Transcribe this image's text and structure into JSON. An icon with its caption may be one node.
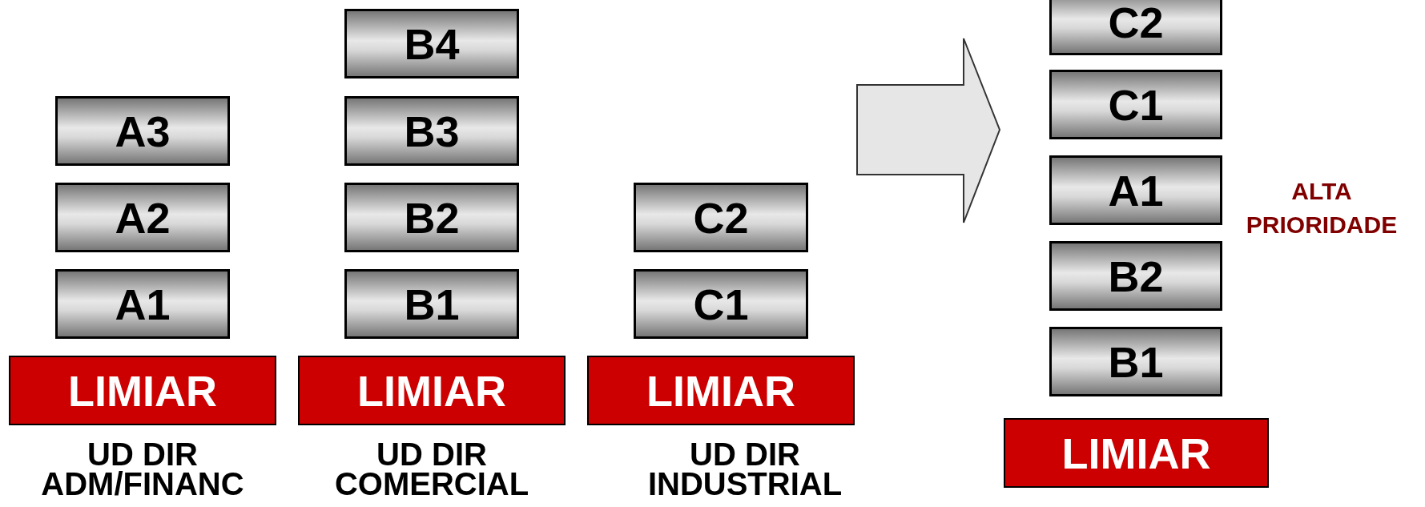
{
  "diagram": {
    "nodes": [
      {
        "text": [
          "A3"
        ]
      },
      {
        "text": [
          "A2"
        ]
      },
      {
        "text": [
          "A1"
        ]
      },
      {
        "text": [
          "LIMIAR"
        ],
        "beside": [
          "UD DIR ADM/FINANC"
        ]
      },
      {
        "text": [
          "B4"
        ]
      },
      {
        "text": [
          "B3"
        ]
      },
      {
        "text": [
          "B2"
        ]
      },
      {
        "text": [
          "B1"
        ]
      },
      {
        "text": [
          "LIMIAR"
        ],
        "beside": [
          "UD DIR COMERCIAL"
        ]
      },
      {
        "text": [
          "C2"
        ]
      },
      {
        "text": [
          "C1"
        ]
      },
      {
        "text": [
          "LIMIAR"
        ],
        "beside": [
          "UD DIR INDUSTRIAL"
        ]
      },
      {
        "text": [
          "C2"
        ]
      },
      {
        "text": [
          "C1"
        ]
      },
      {
        "text": [
          "A1"
        ]
      },
      {
        "text": [
          "B2"
        ]
      },
      {
        "text": [
          "B1"
        ]
      },
      {
        "text": [
          "LIMIAR"
        ]
      }
    ],
    "labels": [
      "ALTA PRIORIDADE"
    ]
  }
}
